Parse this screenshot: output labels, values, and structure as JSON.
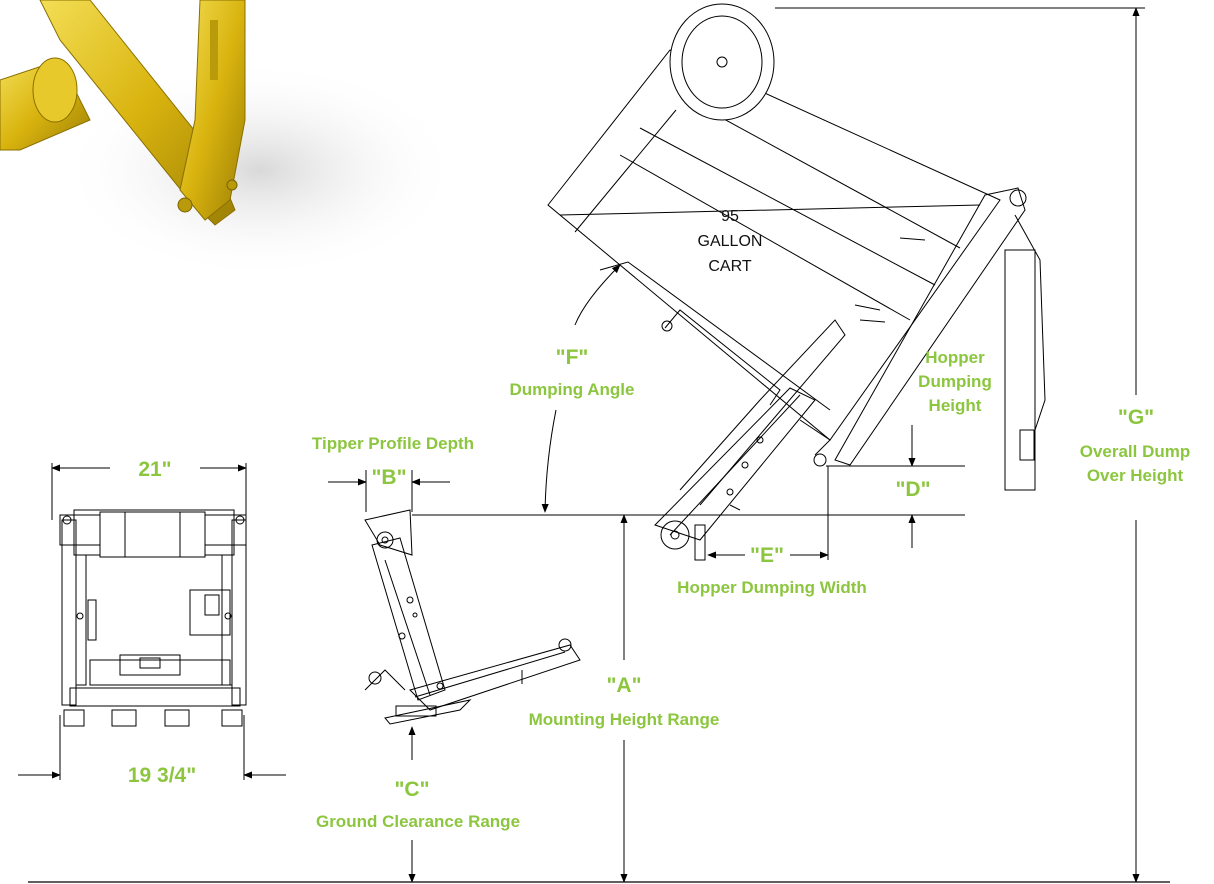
{
  "colors": {
    "label_green": "#8cc63f",
    "line": "#000000",
    "yellow": "#e3c21c"
  },
  "labels": {
    "width_top": "21\"",
    "width_bottom": "19 3/4\"",
    "tipper_profile_depth": "Tipper Profile Depth",
    "b": "\"B\"",
    "c": "\"C\"",
    "ground_clearance": "Ground Clearance Range",
    "a": "\"A\"",
    "mounting_height": "Mounting Height Range",
    "f": "\"F\"",
    "dumping_angle": "Dumping Angle",
    "cart_line1": "95",
    "cart_line2": "GALLON",
    "cart_line3": "CART",
    "hopper_height_l1": "Hopper",
    "hopper_height_l2": "Dumping",
    "hopper_height_l3": "Height",
    "d": "\"D\"",
    "e": "\"E\"",
    "hopper_width": "Hopper Dumping Width",
    "g": "\"G\"",
    "overall_l1": "Overall Dump",
    "overall_l2": "Over Height"
  }
}
